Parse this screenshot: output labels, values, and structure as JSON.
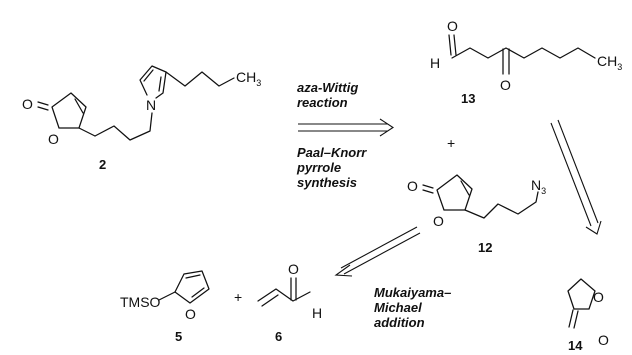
{
  "compounds": {
    "c2": {
      "number": "2",
      "ch3": "CH",
      "ch3_sub": "3",
      "ring_O": "O",
      "carbonyl_O": "O",
      "N": "N"
    },
    "c13": {
      "number": "13",
      "H": "H",
      "O_ald": "O",
      "O_ket": "O",
      "ch3": "CH",
      "ch3_sub": "3"
    },
    "c12": {
      "number": "12",
      "carbonyl_O": "O",
      "ring_O": "O",
      "azide": "N",
      "azide_sub": "3"
    },
    "c5": {
      "number": "5",
      "tms": "TMSO",
      "ring_O": "O"
    },
    "c6": {
      "number": "6",
      "O": "O",
      "H": "H"
    },
    "c14": {
      "number": "14",
      "ring_O": "O",
      "carbonyl_O": "O"
    }
  },
  "plus_signs": [
    "+",
    "+"
  ],
  "steps": {
    "top_line1": "aza-Wittig",
    "top_line2": "reaction",
    "bottom_line1": "Paal–Knorr",
    "bottom_line2": "pyrrole",
    "bottom_line3": "synthesis",
    "michael_line1": "Mukaiyama–",
    "michael_line2": "Michael",
    "michael_line3": "addition"
  }
}
